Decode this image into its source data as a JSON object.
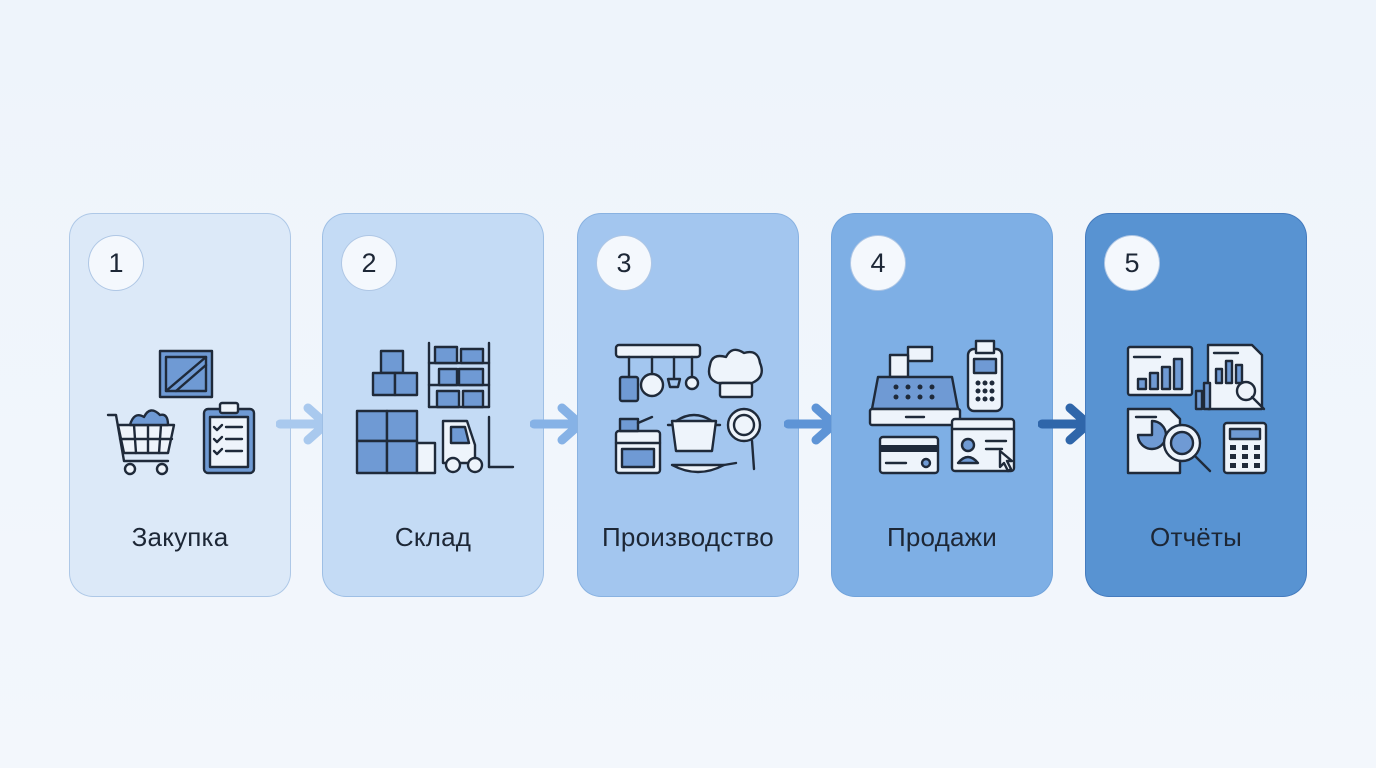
{
  "steps": [
    {
      "number": "1",
      "label": "Закупка",
      "icons": [
        "crate-icon",
        "shopping-cart-icon",
        "clipboard-checklist-icon"
      ],
      "color": "#dce9f8"
    },
    {
      "number": "2",
      "label": "Склад",
      "icons": [
        "boxes-icon",
        "warehouse-shelf-icon",
        "forklift-icon"
      ],
      "color": "#c4dbf5"
    },
    {
      "number": "3",
      "label": "Производство",
      "icons": [
        "kitchen-utensils-icon",
        "chef-hat-icon",
        "stove-icon",
        "pot-icon",
        "frying-pan-icon"
      ],
      "color": "#a3c6ef"
    },
    {
      "number": "4",
      "label": "Продажи",
      "icons": [
        "cash-register-icon",
        "payment-terminal-icon",
        "credit-card-icon",
        "online-order-icon"
      ],
      "color": "#7eafe5"
    },
    {
      "number": "5",
      "label": "Отчёты",
      "icons": [
        "bar-chart-report-icon",
        "document-analytics-icon",
        "magnifier-report-icon",
        "calculator-icon"
      ],
      "color": "#5893d2"
    }
  ],
  "arrow_colors": [
    "#a9c9ee",
    "#86b2e6",
    "#5e94d6",
    "#2f66aa"
  ]
}
